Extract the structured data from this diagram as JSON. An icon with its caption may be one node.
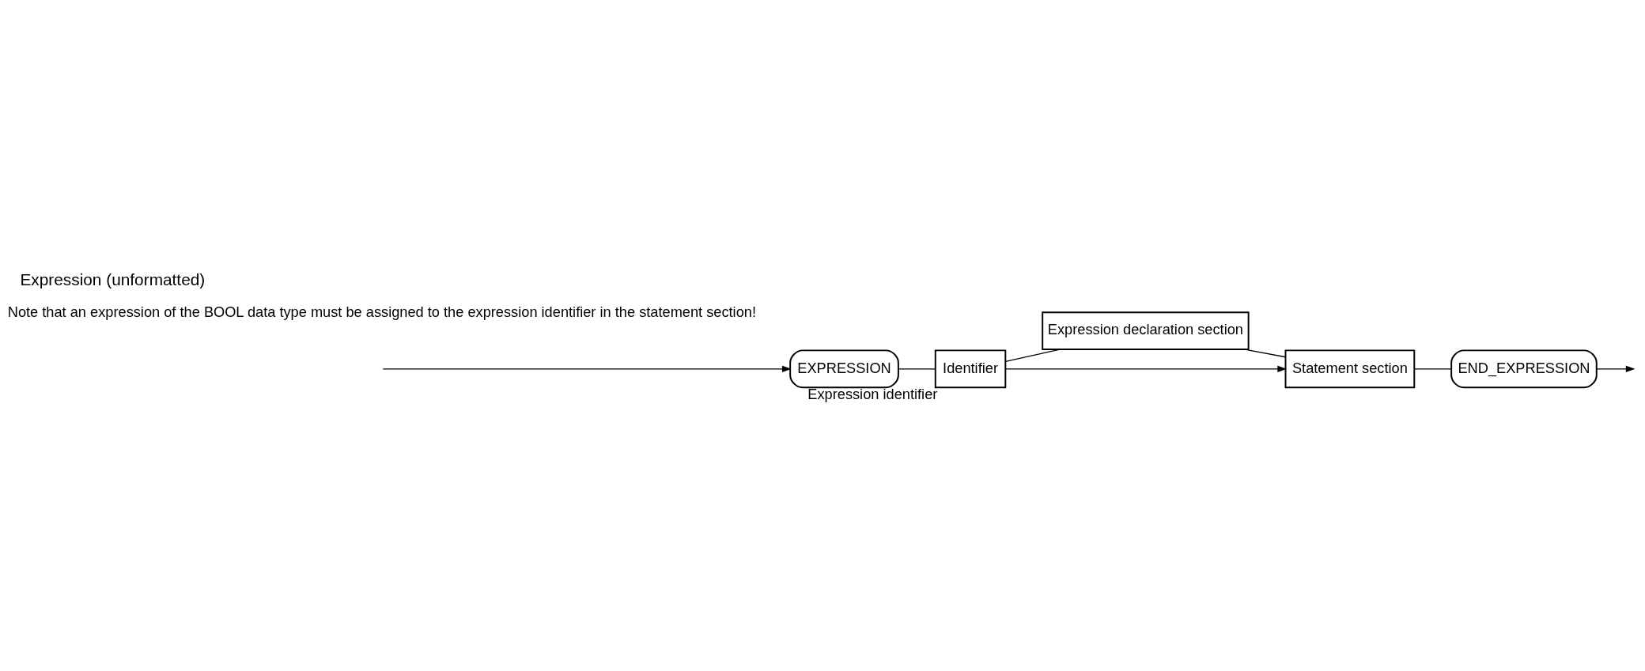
{
  "diagram": {
    "title": "Expression (unformatted)",
    "nodes": [
      {
        "text": [
          "EXPRESSION"
        ]
      },
      {
        "text": [
          "Identifier"
        ],
        "beside": [
          "Expression identifier"
        ]
      },
      {
        "text": [
          "Expression declaration section"
        ]
      },
      {
        "text": [
          "Statement section"
        ]
      },
      {
        "text": [
          "END_EXPRESSION"
        ]
      }
    ],
    "edges": [
      {
        "from": null,
        "to": 0,
        "arrow": "to"
      },
      {
        "from": 0,
        "to": 1,
        "arrow": "none"
      },
      {
        "from": 1,
        "to": 2,
        "arrow": "none"
      },
      {
        "from": 1,
        "to": 3,
        "arrow": "to"
      },
      {
        "from": 2,
        "to": 3,
        "arrow": "none"
      },
      {
        "from": 3,
        "to": 4,
        "arrow": "none"
      },
      {
        "from": 4,
        "to": null,
        "arrow": "to"
      }
    ],
    "labels": [
      "Note that an expression of the BOOL data type must be assigned to the expression identifier in the statement section!"
    ]
  }
}
